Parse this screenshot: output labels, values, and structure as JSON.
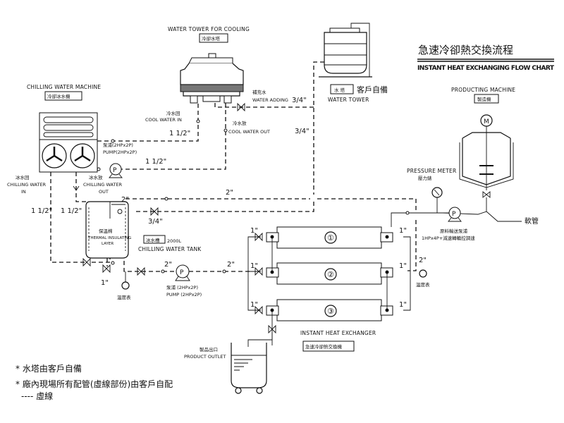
{
  "title": {
    "zh": "急速冷卻熱交換流程",
    "en": "INSTANT HEAT EXCHANGING FLOW CHART"
  },
  "water_tower_cooling": {
    "en": "WATER TOWER FOR COOLING",
    "zh": "冷卻水塔"
  },
  "water_tower": {
    "zh_box": "水  塔",
    "zh_note": "客戶自備",
    "en": "WATER TOWER"
  },
  "chilling_machine": {
    "en": "CHILLING WATER MACHINE",
    "zh": "冷卻冰水機"
  },
  "producing_machine": {
    "en": "PRODUCTING MACHINE",
    "zh": "製造機",
    "motor": "M"
  },
  "labels": {
    "cool_water_in_zh": "冷水回",
    "cool_water_in_en": "COOL WATER IN",
    "cool_water_out_zh": "冷水放",
    "cool_water_out_en": "COOL WATER OUT",
    "water_adding_zh": "補充水",
    "water_adding_en": "WATER ADDING",
    "pump1_zh": "泵浦(2HPx2P)",
    "pump1_en": "PUMP(2HPx2P)",
    "chilling_in_zh": "冰水回",
    "chilling_in_en1": "CHILLING WATER",
    "chilling_in_en2": "IN",
    "chilling_out_zh": "冰水放",
    "chilling_out_en1": "CHILLING WATER",
    "chilling_out_en2": "OUT",
    "insulation_zh": "保溫棉",
    "insulation_en1": "THERMAL INSULATING",
    "insulation_en2": "LAYER",
    "tank_zh": "冰水槽",
    "tank_cap": "2000L",
    "tank_en": "CHILLING WATER TANK",
    "thermometer_zh": "溫度表",
    "pump2_zh": "泵浦 (2HPx2P)",
    "pump2_en": "PUMP (2HPx2P)",
    "pressure_en": "PRESSURE METER",
    "pressure_zh": "壓力錶",
    "feed_pump_zh": "原料輸送泵浦",
    "feed_pump_spec": "1HPx4P+減速轉輪控調速",
    "hose_zh": "軟管",
    "hx_en": "INSTANT HEAT EXCHANGER",
    "hx_zh": "急速冷卻熱交換機",
    "outlet_zh": "製品出口",
    "outlet_en": "PRODUCT OUTLET",
    "pump_symbol": "P"
  },
  "exchangers": [
    "①",
    "②",
    "③"
  ],
  "dimensions": {
    "d_1_1_2": "1 1/2\"",
    "d_3_4": "3/4\"",
    "d_2": "2\"",
    "d_1": "1\""
  },
  "notes": [
    "* 水塔由客戶自備",
    "* 廠內現場所有配管(虛線部份)由客戶自配",
    "---- 虛線"
  ]
}
